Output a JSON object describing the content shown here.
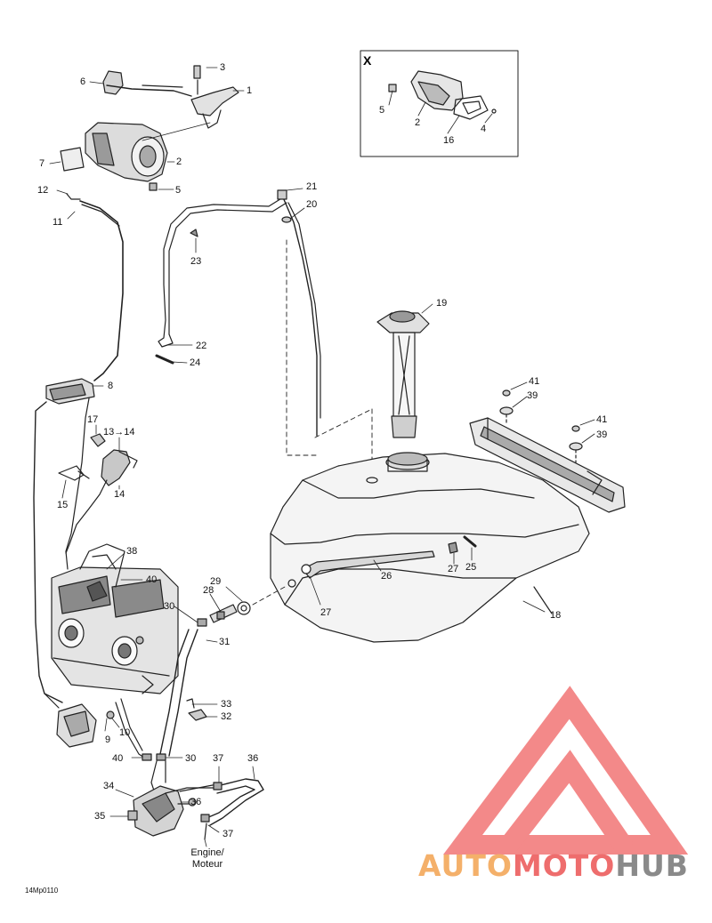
{
  "diagram": {
    "inset_letter": "X",
    "callouts": [
      {
        "id": "c-1",
        "text": "1"
      },
      {
        "id": "c-2",
        "text": "2"
      },
      {
        "id": "c-3",
        "text": "3"
      },
      {
        "id": "c-5",
        "text": "5"
      },
      {
        "id": "c-6",
        "text": "6"
      },
      {
        "id": "c-7",
        "text": "7"
      },
      {
        "id": "c-8",
        "text": "8"
      },
      {
        "id": "c-9",
        "text": "9"
      },
      {
        "id": "c-10",
        "text": "10"
      },
      {
        "id": "c-11",
        "text": "11"
      },
      {
        "id": "c-12",
        "text": "12"
      },
      {
        "id": "c-13-14",
        "text": "13→14"
      },
      {
        "id": "c-14",
        "text": "14"
      },
      {
        "id": "c-15",
        "text": "15"
      },
      {
        "id": "c-17",
        "text": "17"
      },
      {
        "id": "c-18",
        "text": "18"
      },
      {
        "id": "c-19",
        "text": "19"
      },
      {
        "id": "c-20",
        "text": "20"
      },
      {
        "id": "c-21",
        "text": "21"
      },
      {
        "id": "c-22",
        "text": "22"
      },
      {
        "id": "c-23",
        "text": "23"
      },
      {
        "id": "c-24",
        "text": "24"
      },
      {
        "id": "c-25",
        "text": "25"
      },
      {
        "id": "c-26",
        "text": "26"
      },
      {
        "id": "c-27a",
        "text": "27"
      },
      {
        "id": "c-27b",
        "text": "27"
      },
      {
        "id": "c-28",
        "text": "28"
      },
      {
        "id": "c-29",
        "text": "29"
      },
      {
        "id": "c-30a",
        "text": "30"
      },
      {
        "id": "c-30b",
        "text": "30"
      },
      {
        "id": "c-31",
        "text": "31"
      },
      {
        "id": "c-32",
        "text": "32"
      },
      {
        "id": "c-33",
        "text": "33"
      },
      {
        "id": "c-34",
        "text": "34"
      },
      {
        "id": "c-35",
        "text": "35"
      },
      {
        "id": "c-36a",
        "text": "36"
      },
      {
        "id": "c-36b",
        "text": "36"
      },
      {
        "id": "c-37a",
        "text": "37"
      },
      {
        "id": "c-37b",
        "text": "37"
      },
      {
        "id": "c-38",
        "text": "38"
      },
      {
        "id": "c-39a",
        "text": "39"
      },
      {
        "id": "c-39b",
        "text": "39"
      },
      {
        "id": "c-40a",
        "text": "40"
      },
      {
        "id": "c-40b",
        "text": "40"
      },
      {
        "id": "c-41a",
        "text": "41"
      },
      {
        "id": "c-41b",
        "text": "41"
      },
      {
        "id": "c-x5",
        "text": "5"
      },
      {
        "id": "c-x2",
        "text": "2"
      },
      {
        "id": "c-x16",
        "text": "16"
      },
      {
        "id": "c-x4",
        "text": "4"
      }
    ],
    "engine_label_line1": "Engine/",
    "engine_label_line2": "Moteur",
    "reference_code": "14Mp0110"
  },
  "watermark": {
    "part1": "AUTO",
    "part2": "MOTO",
    "part3": "HUB",
    "colors": {
      "part1": "#f4b06a",
      "part2": "#ee6d6d",
      "part3": "#8a8a8a",
      "triangle": "#f27d7d"
    }
  }
}
